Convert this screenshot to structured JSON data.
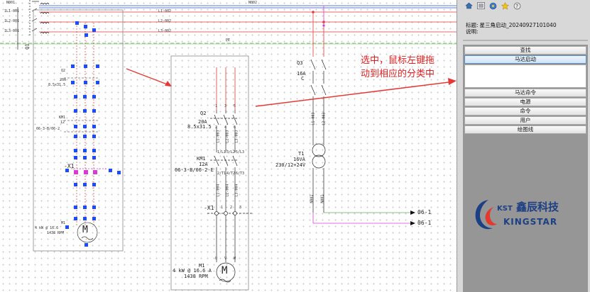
{
  "drawing": {
    "phase_labels": [
      "L1-002",
      "L2-002",
      "L3-002"
    ],
    "top_left_labels": [
      "N001",
      "1L1-001",
      "1L2-001",
      "1L3-001"
    ],
    "bus_label": "N002",
    "pe_label": "PE",
    "q1_tag": "Q1",
    "main": {
      "q2_tag": "Q2",
      "q2_rating": "20A",
      "q2_range": "8.5x31.5",
      "km1_tag": "KM1",
      "km1_rating": "12A",
      "km1_part": "06-3-B/06-2-E",
      "x1_tag": "-X1",
      "term_nums": [
        "1",
        "2",
        "3"
      ],
      "motor_tag": "M1",
      "motor_spec": "4 kW @ 16.6 A",
      "motor_rpm": "1438 RPM",
      "motor_symbol": "M",
      "uvw": [
        "U",
        "V",
        "W"
      ],
      "pole_nums": [
        "1",
        "3",
        "5"
      ],
      "pole_out_nums": [
        "2",
        "4",
        "6"
      ],
      "km_in": [
        "1/L1",
        "3/L2",
        "5/L3"
      ],
      "km_out": [
        "2/T1",
        "4/T2",
        "6/T3"
      ],
      "wire_a": [
        "L1-003",
        "L2-003",
        "L3-003"
      ],
      "wire_b": [
        "L1-004",
        "L2-004",
        "L3-004"
      ]
    },
    "mini": {
      "q2": "Q2",
      "q2_rating": "20A",
      "q2_range": "8.5x31.5",
      "km1": "KM1",
      "km1_rating": "12",
      "km1_part": "06-3-B/06-2",
      "x1": "-X1",
      "motor_tag": "M1",
      "motor_spec": "4 kW @ 16.6",
      "motor_rpm": "1438 RPM",
      "motor_symbol": "M"
    },
    "right": {
      "q3_tag": "Q3",
      "q3_rating": "16A",
      "q3_curve": "C",
      "t1_tag": "T1",
      "t1_rating": "16VA",
      "t1_volts": "230/12+24V",
      "wire_a": [
        "L1-003",
        "L2-003"
      ],
      "wire_b": [
        "N001",
        "N001"
      ],
      "out_1": "06-1",
      "out_2": "06-1"
    },
    "annotation_line1": "选中，鼠标左键拖",
    "annotation_line2": "动到相应的分类中",
    "colors": {
      "phase": "#e53935",
      "neutral": "#2a4bd0",
      "pe": "#5ab14a",
      "magenta": "#d63bd6",
      "annotation": "#e02020",
      "node": "#1a4bff"
    }
  },
  "panel": {
    "toolbar_icons": [
      "home-icon",
      "list-icon",
      "settings-icon",
      "star-icon",
      "help-icon"
    ],
    "title_label": "标题:",
    "title_value": "星三角启动_20240927101040",
    "desc_label": "说明:",
    "desc_value": "",
    "library": {
      "search_label": "查找",
      "selected_item": "马达启动",
      "categories": [
        "马达命令",
        "电源",
        "命令",
        "用户",
        "绘图线"
      ]
    },
    "logo": {
      "brand": "KST",
      "cn_name": "鑫辰科技",
      "en_name": "KINGSTAR"
    }
  }
}
